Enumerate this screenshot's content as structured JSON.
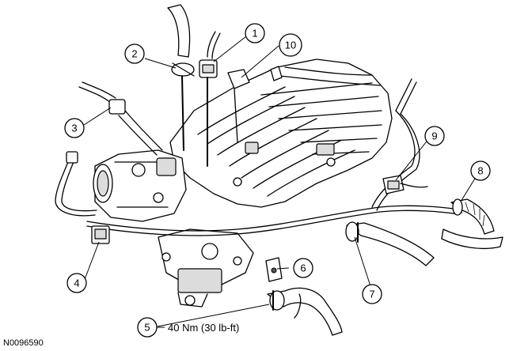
{
  "figure_id": "N0096590",
  "callouts": {
    "c1": "1",
    "c2": "2",
    "c3": "3",
    "c4": "4",
    "c5": "5",
    "c6": "6",
    "c7": "7",
    "c8": "8",
    "c9": "9",
    "c10": "10"
  },
  "torque_spec": "40 Nm (30 lb-ft)"
}
